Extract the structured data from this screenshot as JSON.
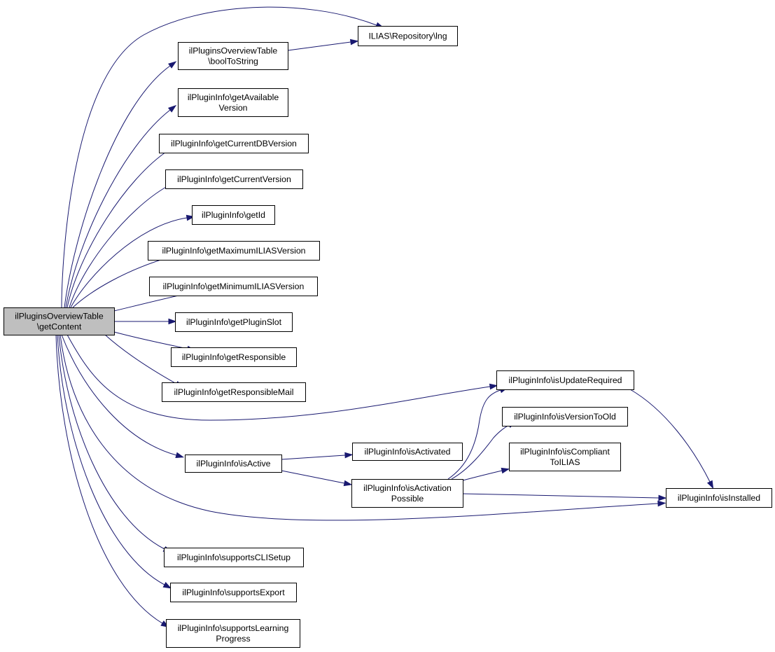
{
  "graph": {
    "edge_color": "#191970",
    "root_fill": "#bfbfbf",
    "nodes": [
      {
        "id": "root",
        "lines": [
          "ilPluginsOverviewTable",
          "\\getContent"
        ],
        "root": true
      },
      {
        "id": "lng",
        "lines": [
          "ILIAS\\Repository\\lng"
        ]
      },
      {
        "id": "boolToString",
        "lines": [
          "ilPluginsOverviewTable",
          "\\boolToString"
        ]
      },
      {
        "id": "getAvailableVersion",
        "lines": [
          "ilPluginInfo\\getAvailable",
          "Version"
        ]
      },
      {
        "id": "getCurrentDBVersion",
        "lines": [
          "ilPluginInfo\\getCurrentDBVersion"
        ]
      },
      {
        "id": "getCurrentVersion",
        "lines": [
          "ilPluginInfo\\getCurrentVersion"
        ]
      },
      {
        "id": "getId",
        "lines": [
          "ilPluginInfo\\getId"
        ]
      },
      {
        "id": "getMaximumILIASVersion",
        "lines": [
          "ilPluginInfo\\getMaximumILIASVersion"
        ]
      },
      {
        "id": "getMinimumILIASVersion",
        "lines": [
          "ilPluginInfo\\getMinimumILIASVersion"
        ]
      },
      {
        "id": "getPluginSlot",
        "lines": [
          "ilPluginInfo\\getPluginSlot"
        ]
      },
      {
        "id": "getResponsible",
        "lines": [
          "ilPluginInfo\\getResponsible"
        ]
      },
      {
        "id": "getResponsibleMail",
        "lines": [
          "ilPluginInfo\\getResponsibleMail"
        ]
      },
      {
        "id": "isUpdateRequired",
        "lines": [
          "ilPluginInfo\\isUpdateRequired"
        ]
      },
      {
        "id": "isVersionToOld",
        "lines": [
          "ilPluginInfo\\isVersionToOld"
        ]
      },
      {
        "id": "isCompliantToILIAS",
        "lines": [
          "ilPluginInfo\\isCompliant",
          "ToILIAS"
        ]
      },
      {
        "id": "isActive",
        "lines": [
          "ilPluginInfo\\isActive"
        ]
      },
      {
        "id": "isActivated",
        "lines": [
          "ilPluginInfo\\isActivated"
        ]
      },
      {
        "id": "isActivationPossible",
        "lines": [
          "ilPluginInfo\\isActivation",
          "Possible"
        ]
      },
      {
        "id": "isInstalled",
        "lines": [
          "ilPluginInfo\\isInstalled"
        ]
      },
      {
        "id": "supportsCLISetup",
        "lines": [
          "ilPluginInfo\\supportsCLISetup"
        ]
      },
      {
        "id": "supportsExport",
        "lines": [
          "ilPluginInfo\\supportsExport"
        ]
      },
      {
        "id": "supportsLearningProgress",
        "lines": [
          "ilPluginInfo\\supportsLearning",
          "Progress"
        ]
      }
    ],
    "edges": [
      {
        "from": "root",
        "to": "lng"
      },
      {
        "from": "root",
        "to": "boolToString"
      },
      {
        "from": "root",
        "to": "getAvailableVersion"
      },
      {
        "from": "root",
        "to": "getCurrentDBVersion"
      },
      {
        "from": "root",
        "to": "getCurrentVersion"
      },
      {
        "from": "root",
        "to": "getId"
      },
      {
        "from": "root",
        "to": "getMaximumILIASVersion"
      },
      {
        "from": "root",
        "to": "getMinimumILIASVersion"
      },
      {
        "from": "root",
        "to": "getPluginSlot"
      },
      {
        "from": "root",
        "to": "getResponsible"
      },
      {
        "from": "root",
        "to": "getResponsibleMail"
      },
      {
        "from": "root",
        "to": "isUpdateRequired"
      },
      {
        "from": "root",
        "to": "isActive"
      },
      {
        "from": "root",
        "to": "isInstalled"
      },
      {
        "from": "root",
        "to": "supportsCLISetup"
      },
      {
        "from": "root",
        "to": "supportsExport"
      },
      {
        "from": "root",
        "to": "supportsLearningProgress"
      },
      {
        "from": "boolToString",
        "to": "lng"
      },
      {
        "from": "isActive",
        "to": "isActivated"
      },
      {
        "from": "isActive",
        "to": "isActivationPossible"
      },
      {
        "from": "isActivationPossible",
        "to": "isUpdateRequired"
      },
      {
        "from": "isActivationPossible",
        "to": "isVersionToOld"
      },
      {
        "from": "isActivationPossible",
        "to": "isCompliantToILIAS"
      },
      {
        "from": "isActivationPossible",
        "to": "isInstalled"
      },
      {
        "from": "isUpdateRequired",
        "to": "isInstalled"
      }
    ]
  }
}
